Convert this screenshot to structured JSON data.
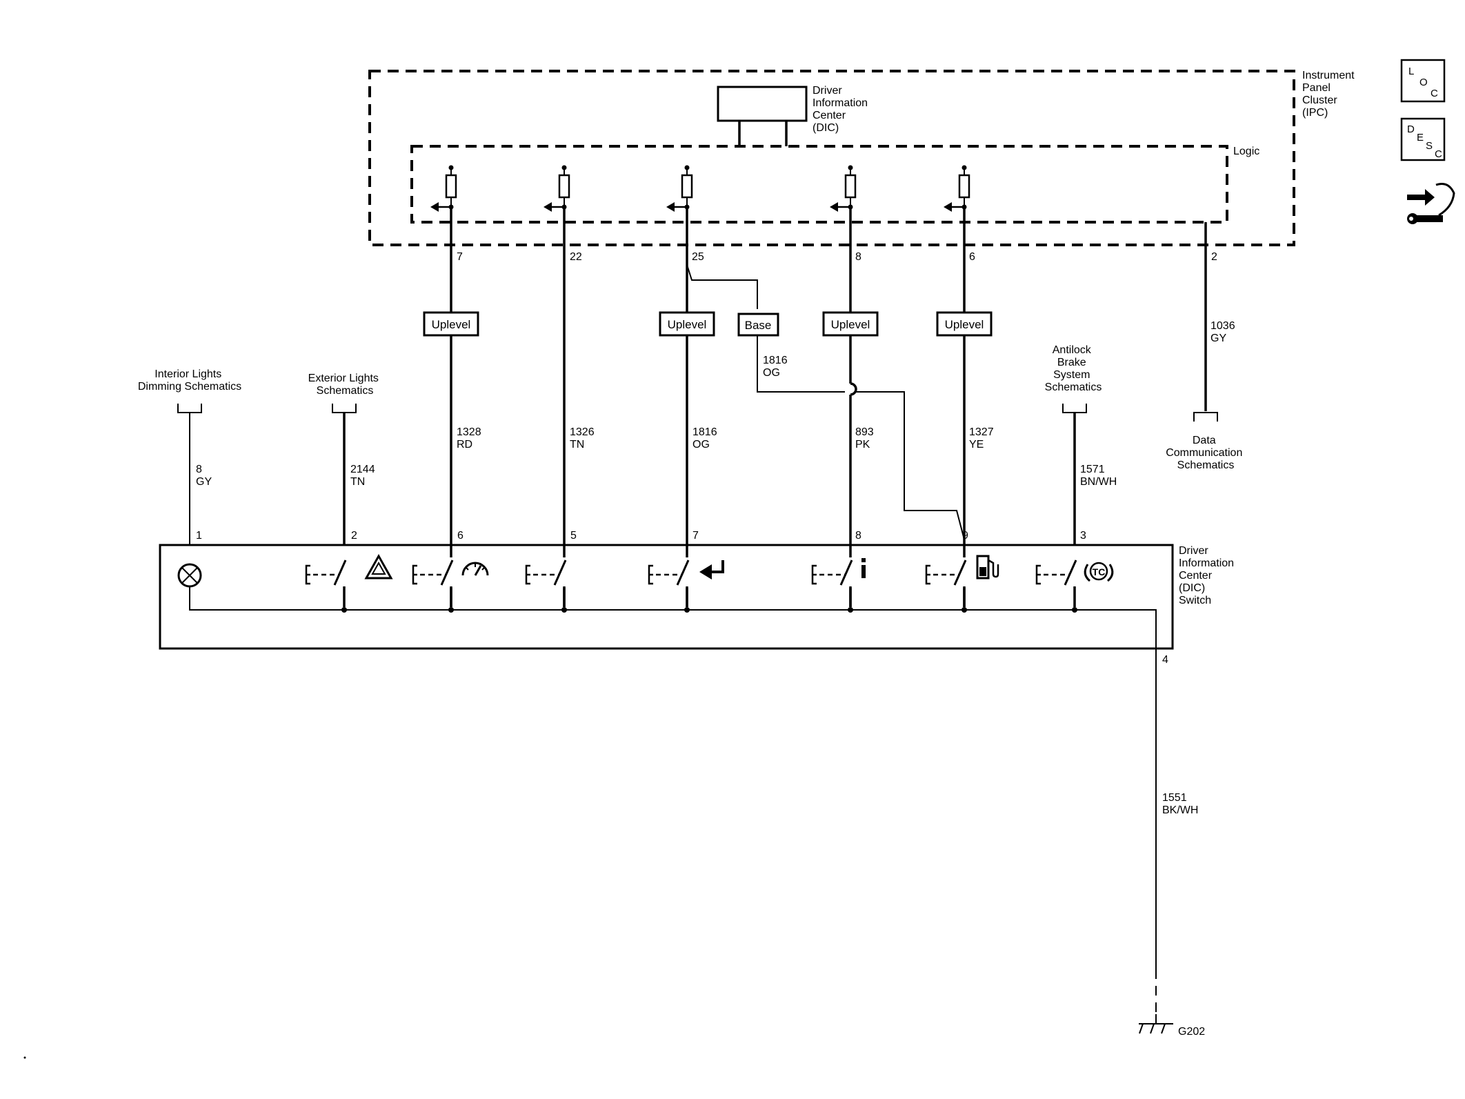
{
  "modules": {
    "ipc_label": [
      "Instrument",
      "Panel",
      "Cluster",
      "(IPC)"
    ],
    "dic_label": [
      "Driver",
      "Information",
      "Center",
      "(DIC)"
    ],
    "logic_label": "Logic",
    "dic_switch_label": [
      "Driver",
      "Information",
      "Center",
      "(DIC)",
      "Switch"
    ]
  },
  "ipc_pins": [
    "7",
    "22",
    "25",
    "8",
    "6",
    "2"
  ],
  "option_boxes": {
    "uplevel": "Uplevel",
    "base": "Base"
  },
  "wires": {
    "w1328": [
      "1328",
      "RD"
    ],
    "w1326": [
      "1326",
      "TN"
    ],
    "w1816": [
      "1816",
      "OG"
    ],
    "w1816_base": [
      "1816",
      "OG"
    ],
    "w893": [
      "893",
      "PK"
    ],
    "w1327": [
      "1327",
      "YE"
    ],
    "w1036": [
      "1036",
      "GY"
    ],
    "w8": [
      "8",
      "GY"
    ],
    "w2144": [
      "2144",
      "TN"
    ],
    "w1571": [
      "1571",
      "BN/WH"
    ],
    "w1551": [
      "1551",
      "BK/WH"
    ]
  },
  "references": {
    "interior": [
      "Interior Lights",
      "Dimming Schematics"
    ],
    "exterior": [
      "Exterior Lights",
      "Schematics"
    ],
    "abs": [
      "Antilock",
      "Brake",
      "System",
      "Schematics"
    ],
    "data_comm": [
      "Data",
      "Communication",
      "Schematics"
    ]
  },
  "switch_pins": [
    "1",
    "2",
    "6",
    "5",
    "7",
    "8",
    "9",
    "3",
    "4"
  ],
  "ground": "G202",
  "legend": {
    "loc": [
      "L",
      "O",
      "C"
    ],
    "desc": [
      "D",
      "E",
      "S",
      "C"
    ]
  },
  "icons": [
    "dimmer-lamp-icon",
    "hazard-triangle-icon",
    "speedometer-icon",
    "enter-arrow-icon",
    "info-icon",
    "fuel-pump-icon",
    "traction-control-icon",
    "wrench-arrow-icon"
  ]
}
